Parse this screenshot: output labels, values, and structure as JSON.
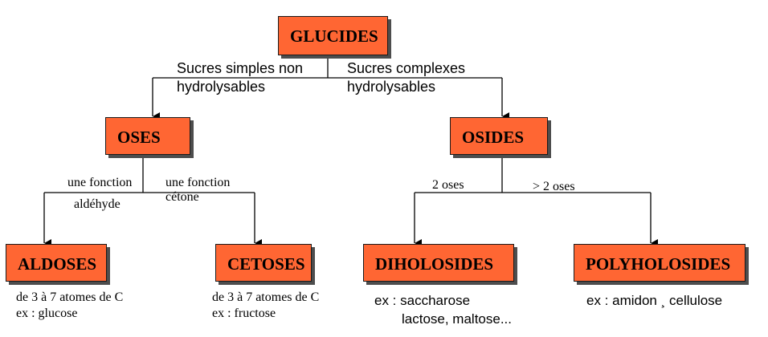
{
  "root": {
    "label": "GLUCIDES",
    "left_branch": [
      "Sucres simples non",
      "hydrolysables"
    ],
    "right_branch": [
      "Sucres complexes",
      "hydrolysables"
    ]
  },
  "oses": {
    "label": "OSES",
    "left_branch": "une fonction",
    "left_branch_2": "aldéhyde",
    "right_branch": "une fonction",
    "right_branch_2": "cétone"
  },
  "osides": {
    "label": "OSIDES",
    "left_branch": "2 oses",
    "right_branch": "> 2 oses"
  },
  "aldoses": {
    "label": "ALDOSES",
    "desc": [
      "de 3 à 7 atomes de C",
      "ex : glucose"
    ]
  },
  "cetoses": {
    "label": "CETOSES",
    "desc": [
      "de 3 à 7 atomes de C",
      "ex : fructose"
    ]
  },
  "diholosides": {
    "label": "DIHOLOSIDES",
    "desc": [
      "ex : saccharose",
      "lactose, maltose..."
    ]
  },
  "polyholosides": {
    "label": "POLYHOLOSIDES",
    "desc": [
      "ex : amidon ¸ cellulose"
    ]
  },
  "colors": {
    "box_fill": "#ff6633",
    "line": "#000000"
  }
}
